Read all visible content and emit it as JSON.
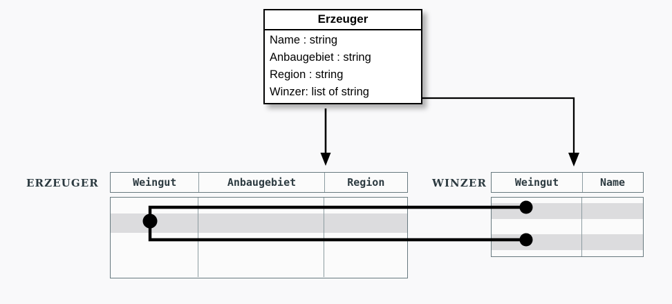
{
  "background_color": "#f9f9fa",
  "uml_class": {
    "name": "Erzeuger",
    "attributes": [
      "Name : string",
      "Anbaugebiet : string",
      "Region : string",
      "Winzer: list of string"
    ]
  },
  "relations": [
    {
      "label": "ERZEUGER",
      "columns": [
        "Weingut",
        "Anbaugebiet",
        "Region"
      ],
      "row_count": 4,
      "highlighted_rows": [
        2
      ],
      "rows": [
        [
          "",
          "",
          ""
        ],
        [
          "",
          "",
          ""
        ],
        [
          "",
          "",
          ""
        ],
        [
          "",
          "",
          ""
        ]
      ]
    },
    {
      "label": "WINZER",
      "columns": [
        "Weingut",
        "Name"
      ],
      "row_count": 4,
      "highlighted_rows": [
        1,
        3
      ],
      "rows": [
        [
          "",
          ""
        ],
        [
          "",
          ""
        ],
        [
          "",
          ""
        ],
        [
          "",
          ""
        ]
      ]
    }
  ],
  "connectors": {
    "class_to_erzeuger": "arrow-down",
    "class_to_winzer": "arrow-elbow-down",
    "value_links": [
      "erzeuger-weingut-to-winzer-weingut-row1",
      "erzeuger-weingut-to-winzer-weingut-row3"
    ]
  },
  "colors": {
    "line": "#000000",
    "table_border": "#66787e",
    "table_grid": "#8b9ba0",
    "label_text": "#2c3a40",
    "row_highlight": "#dcdcde",
    "table_fill": "#fbfbfb",
    "class_fill": "#ffffff"
  }
}
